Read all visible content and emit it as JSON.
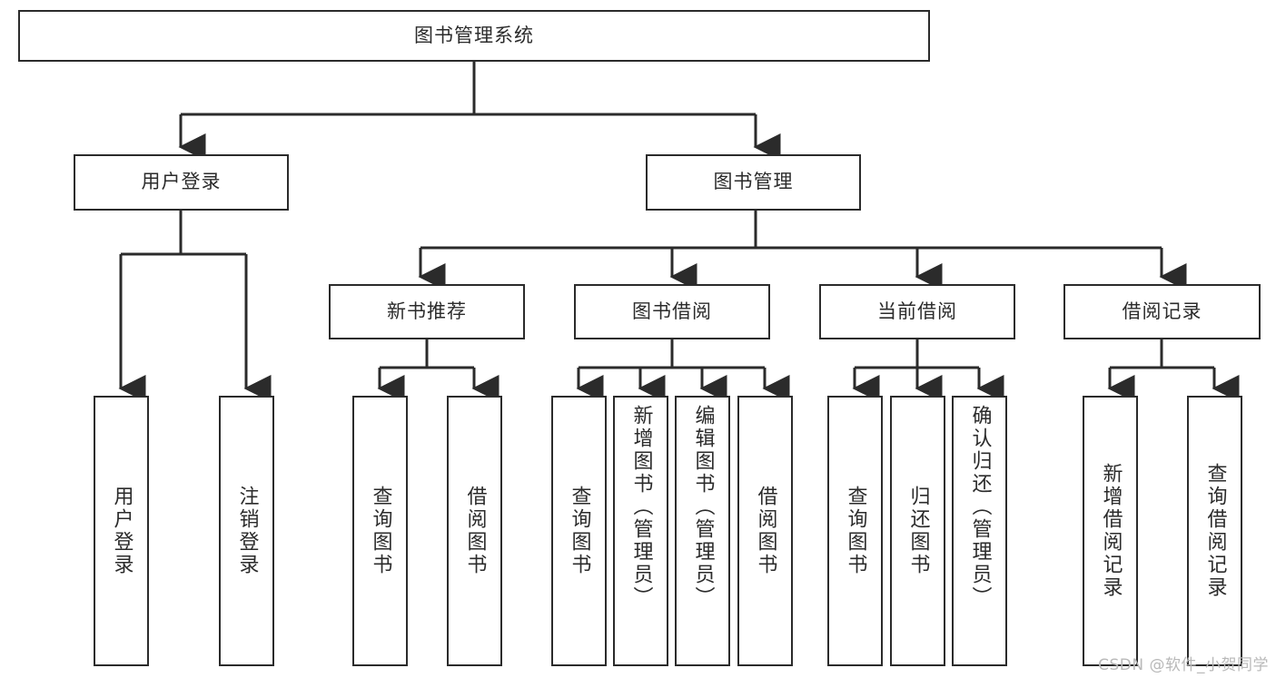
{
  "diagram": {
    "title": "图书管理系统",
    "type": "tree",
    "root": {
      "label": "图书管理系统"
    },
    "level2": [
      {
        "label": "用户登录"
      },
      {
        "label": "图书管理"
      }
    ],
    "level3": [
      {
        "label": "新书推荐"
      },
      {
        "label": "图书借阅"
      },
      {
        "label": "当前借阅"
      },
      {
        "label": "借阅记录"
      }
    ],
    "leaves": {
      "user_login": [
        {
          "label": "用户登录"
        },
        {
          "label": "注销登录"
        }
      ],
      "new_book": [
        {
          "label": "查询图书"
        },
        {
          "label": "借阅图书"
        }
      ],
      "borrow_book": [
        {
          "label": "查询图书"
        },
        {
          "label": "新增图书（管理员）"
        },
        {
          "label": "编辑图书（管理员）"
        },
        {
          "label": "借阅图书"
        }
      ],
      "current_borrow": [
        {
          "label": "查询图书"
        },
        {
          "label": "归还图书"
        },
        {
          "label": "确认归还（管理员）"
        }
      ],
      "borrow_record": [
        {
          "label": "新增借阅记录"
        },
        {
          "label": "查询借阅记录"
        }
      ]
    }
  },
  "watermark": {
    "text": "CSDN @软件_小贺同学"
  },
  "colors": {
    "stroke": "#2b2b2b",
    "fill": "#ffffff",
    "text": "#2b2b2b",
    "watermark": "#b9b9b9"
  }
}
